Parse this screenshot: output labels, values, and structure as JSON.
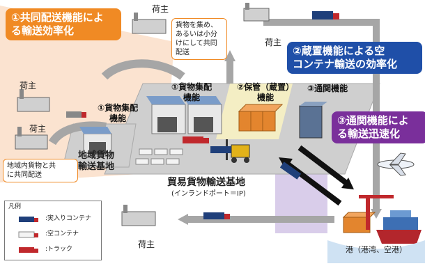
{
  "callouts": {
    "joint_delivery": [
      "①共同配送機能によ",
      "る輸送効率化"
    ],
    "storage": [
      "②蔵置機能による空",
      "コンテナ輸送の効率化"
    ],
    "customs": [
      "③通関機能によ",
      "る輸送迅速化"
    ]
  },
  "notes": {
    "cargo_collect": [
      "貨物を集め、",
      "あるいは小分",
      "けにして共同",
      "配送"
    ],
    "regional_joint": [
      "地域内貨物と共",
      "に共同配送"
    ]
  },
  "shippers": {
    "top_center": "荷主",
    "top_right": "荷主",
    "left_middle": "荷主",
    "left_lower": "荷主",
    "bottom": "荷主"
  },
  "functions": {
    "cargo_collect_main": [
      "①貨物集配",
      "機能"
    ],
    "storage_main": [
      "②保管（蔵置）",
      "機能"
    ],
    "customs_main": "③通関機能",
    "cargo_collect_regional": [
      "①貨物集配",
      "機能"
    ]
  },
  "bases": {
    "regional": [
      "地域貨物",
      "輸送基地"
    ],
    "trade": "貿易貨物輸送基地",
    "trade_sub": "(インランドポート＝IP)"
  },
  "port_label": "港（港湾、空港）",
  "legend": {
    "title": "凡例",
    "items": [
      ":実入りコンテナ",
      ":空コンテナ",
      ":トラック"
    ]
  },
  "colors": {
    "orange": "#f08a24",
    "blue": "#1f4fa8",
    "purple": "#7a2f9b",
    "platform": "#c9c9c9",
    "peach_area": "#fbe3d0",
    "yellow_area": "#fdf5c0",
    "lavender_area": "#d9cdea",
    "road": "#a6a6a6"
  }
}
